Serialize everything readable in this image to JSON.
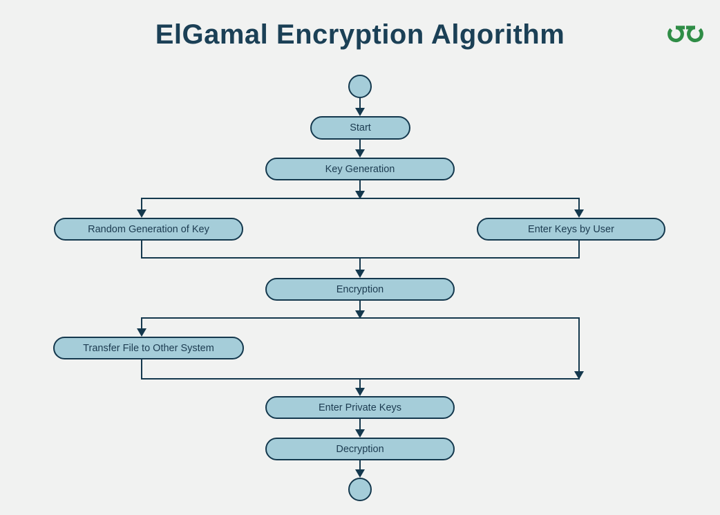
{
  "title": "ElGamal Encryption Algorithm",
  "logo": {
    "name": "geeksforgeeks-logo",
    "color": "#2f8d46"
  },
  "colors": {
    "background": "#f1f2f1",
    "node_fill": "#a5cdd9",
    "node_border": "#14384d",
    "line": "#14384d",
    "title_text": "#1b4056",
    "node_text": "#1c3b50"
  },
  "flowchart": {
    "nodes": {
      "start_terminal": "",
      "start": "Start",
      "key_generation": "Key Generation",
      "random_generation": "Random Generation of Key",
      "enter_keys_user": "Enter Keys by User",
      "encryption": "Encryption",
      "transfer_file": "Transfer File to Other System",
      "enter_private_keys": "Enter Private Keys",
      "decryption": "Decryption",
      "end_terminal": ""
    },
    "edges": [
      "start-terminal -> Start",
      "Start -> Key Generation",
      "Key Generation -> Random Generation of Key",
      "Key Generation -> Enter Keys by User",
      "Random Generation of Key -> Encryption",
      "Enter Keys by User -> Encryption",
      "Encryption -> Transfer File to Other System",
      "Encryption -> Enter Private Keys (direct right branch)",
      "Transfer File to Other System -> Enter Private Keys",
      "Enter Private Keys -> Decryption",
      "Decryption -> end-terminal"
    ]
  }
}
